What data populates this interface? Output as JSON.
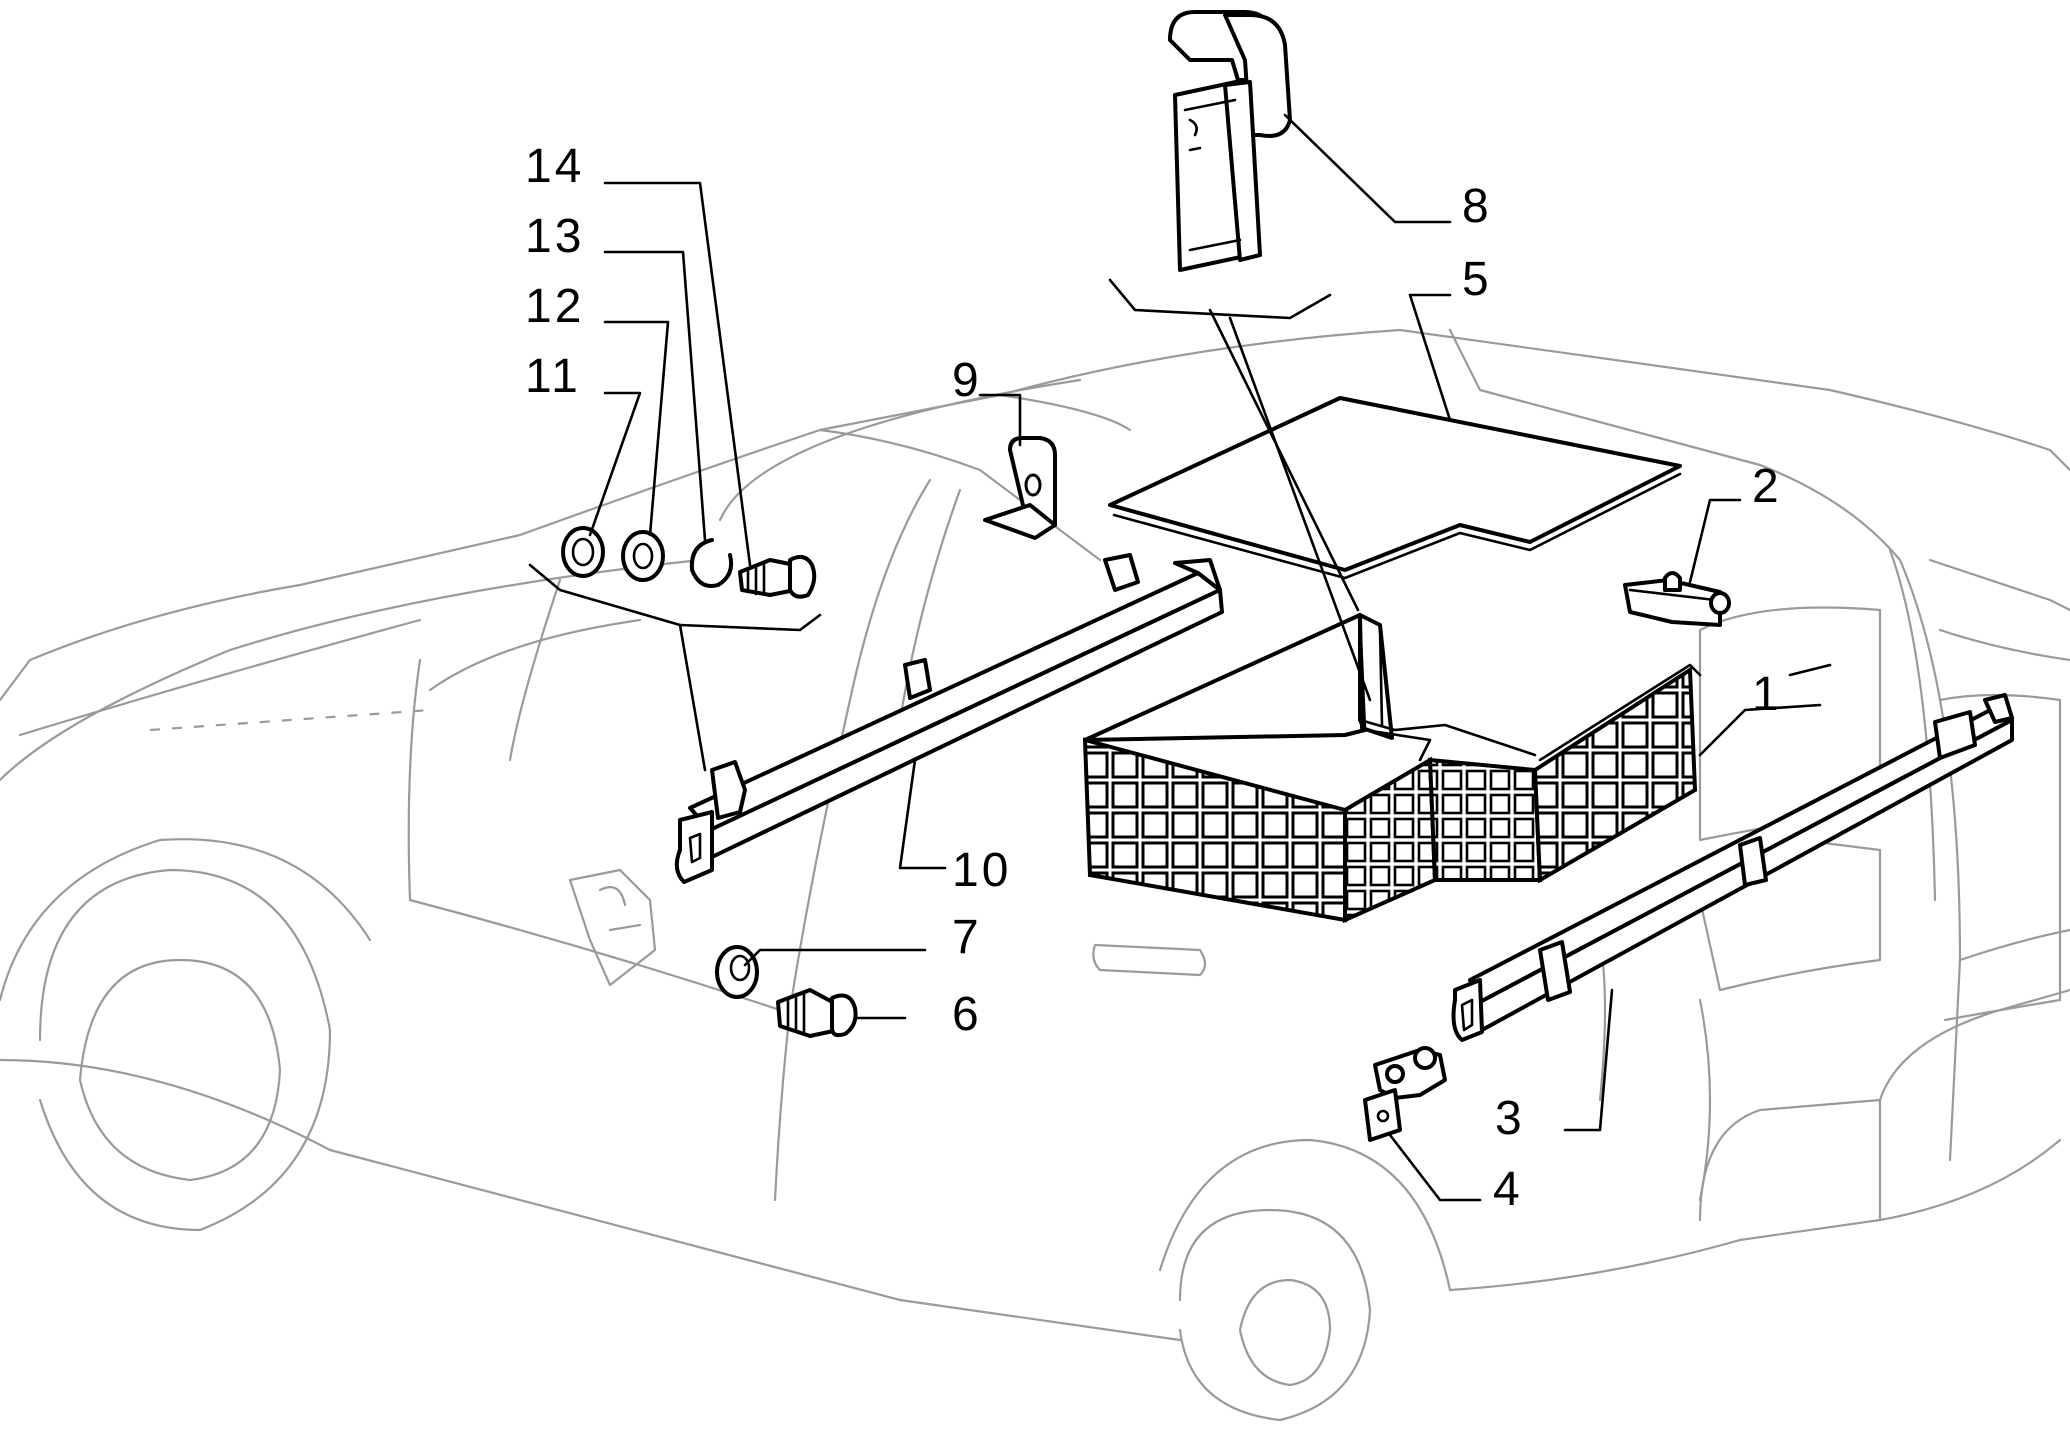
{
  "callouts": {
    "c1": "1",
    "c2": "2",
    "c3": "3",
    "c4": "4",
    "c5": "5",
    "c6": "6",
    "c7": "7",
    "c8": "8",
    "c9": "9",
    "c10": "10",
    "c11": "11",
    "c12": "12",
    "c13": "13",
    "c14": "14"
  },
  "colors": {
    "line": "#000000",
    "ghost": "#9a9a9a",
    "background": "#ffffff"
  }
}
